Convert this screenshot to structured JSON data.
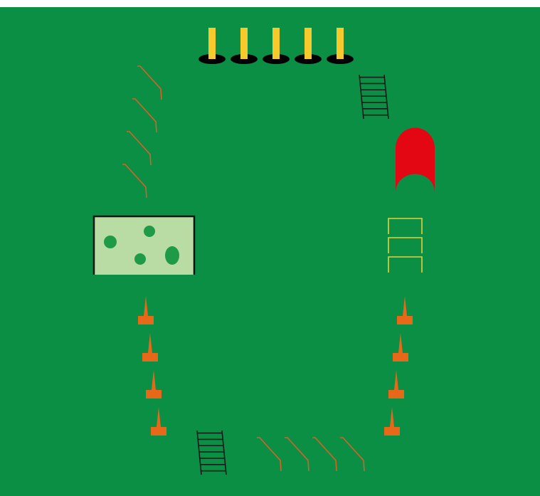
{
  "colors": {
    "field": "#0a8f45",
    "pole": "#f6c92c",
    "pole_base": "#000000",
    "ladder": "#1a1a1a",
    "hurdle": "#d6622a",
    "tunnel": "#e30613",
    "low_hurdle": "#e8d03a",
    "cone": "#e8681a",
    "mat_fill": "#b9dca5",
    "mat_border": "#111111",
    "mat_spot": "#1f9a47"
  },
  "course": {
    "pole_count": 5,
    "ladder_count": 2,
    "tunnel_count": 1,
    "low_hurdle_count": 3,
    "hurdle_groups": [
      {
        "side": "left",
        "count": 4
      },
      {
        "side": "bottom",
        "count": 4
      }
    ],
    "cone_groups": [
      {
        "side": "left",
        "count": 4
      },
      {
        "side": "right",
        "count": 4
      }
    ],
    "mat_spot_count": 4
  }
}
